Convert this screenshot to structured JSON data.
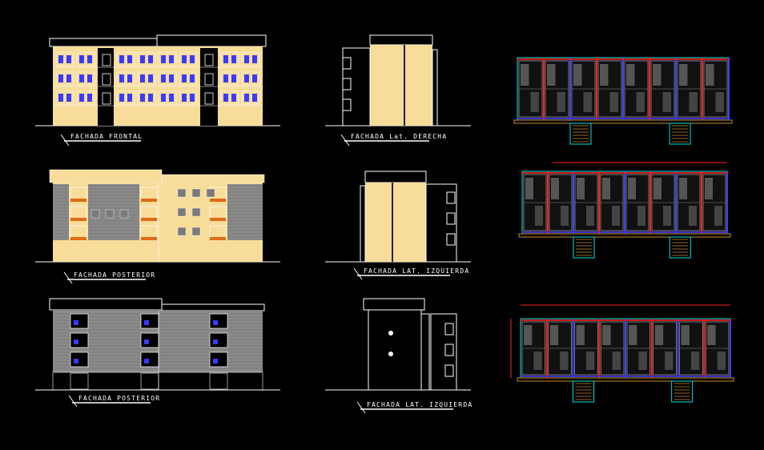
{
  "labels": {
    "fachada_frontal": "FACHADA FRONTAL",
    "fachada_lat_derecha": "FACHADA Lat. DERECHA",
    "fachada_posterior_1": "FACHADA POSTERIOR",
    "fachada_lat_izquierda_1": "FACHADA LAT. IZQUIERDA",
    "fachada_posterior_2": "FACHADA POSTERIOR",
    "fachada_lat_izquierda_2": "FACHADA LAT. IZQUIERDA"
  },
  "colors": {
    "background": "#000000",
    "facade_fill": "#f7dc9a",
    "outline": "#ffffff",
    "window_blue": "#3a3aff",
    "balcony_orange": "#e06a18",
    "siding_gray": "#8a8a8a",
    "plan_red": "#ff2020",
    "plan_blue": "#4040ff",
    "plan_cyan": "#00e0e0",
    "plan_orange": "#c88a30"
  }
}
